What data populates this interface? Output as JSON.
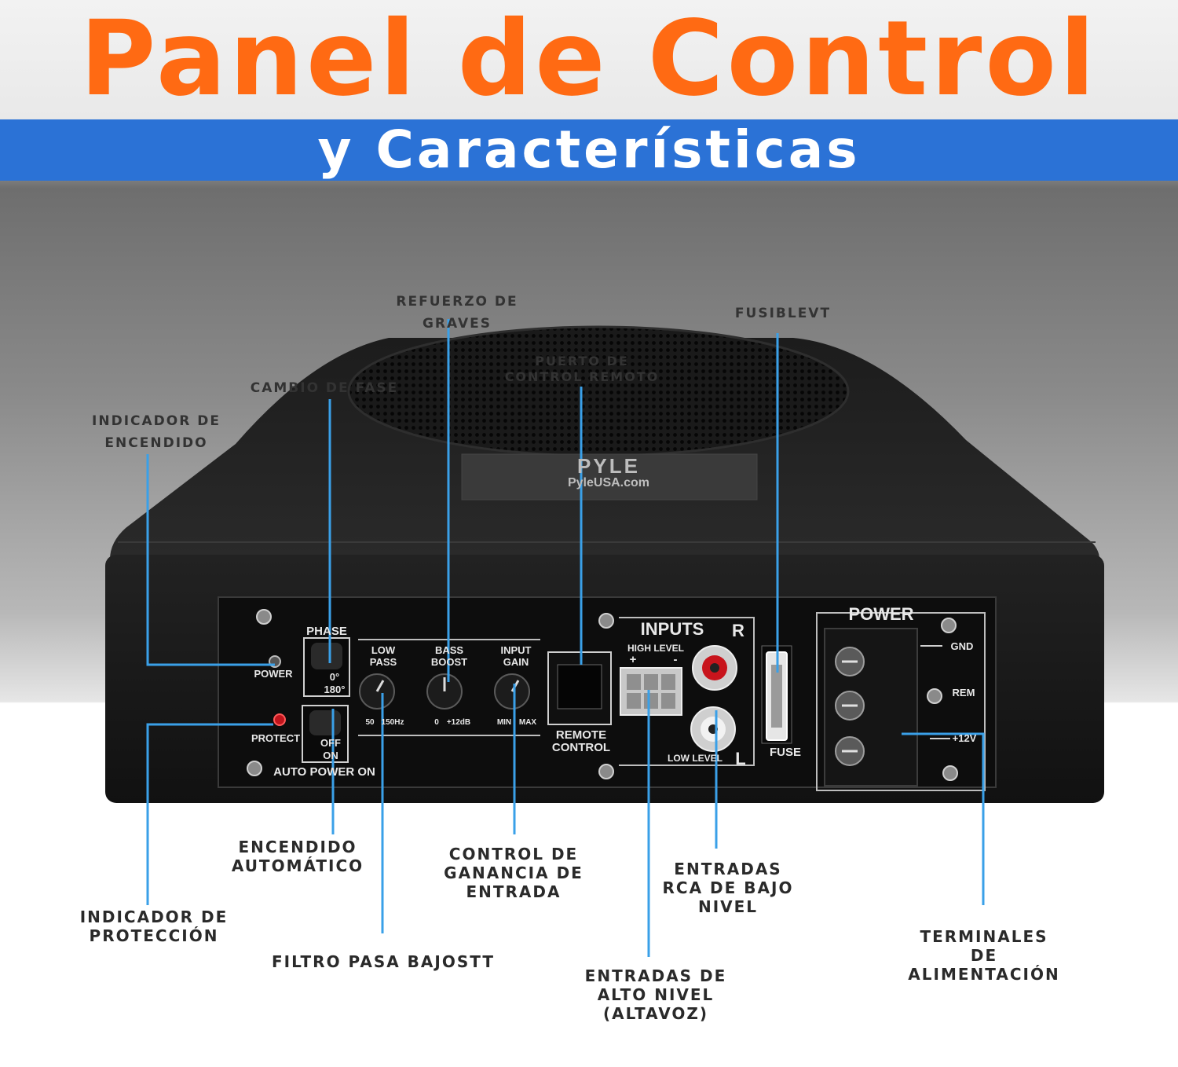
{
  "header": {
    "title": "Panel de Control",
    "subtitle": "y Características"
  },
  "product": {
    "brand": "PYLE",
    "website": "PyleUSA.com"
  },
  "callouts": {
    "power_indicator": "INDICADOR DE ENCENDIDO",
    "phase_change": "CAMBIO DE FASE",
    "bass_boost": "REFUERZO DE GRAVES",
    "remote_port": "PUERTO DE CONTROL REMOTO",
    "fuse": "FUSIBLEVT",
    "auto_power": "ENCENDIDO AUTOMÁTICO",
    "input_gain": "CONTROL DE GANANCIA DE ENTRADA",
    "rca_inputs": "ENTRADAS RCA DE BAJO NIVEL",
    "protect_indicator": "INDICADOR DE PROTECCIÓN",
    "low_pass": "FILTRO PASA BAJOSTT",
    "high_level_inputs": "ENTRADAS DE ALTO NIVEL (ALTAVOZ)",
    "power_terminals": "TERMINALES DE ALIMENTACIÓN"
  },
  "panel": {
    "power": "POWER",
    "protect": "PROTECT",
    "phase": "PHASE",
    "phase_0": "0°",
    "phase_180": "180°",
    "off": "OFF",
    "on": "ON",
    "auto_power_on": "AUTO POWER ON",
    "low_pass_1": "LOW",
    "low_pass_2": "PASS",
    "low_pass_min": "50",
    "low_pass_max": "150Hz",
    "bass_boost_1": "BASS",
    "bass_boost_2": "BOOST",
    "bass_min": "0",
    "bass_max": "+12dB",
    "input_gain_1": "INPUT",
    "input_gain_2": "GAIN",
    "gain_min": "MIN",
    "gain_max": "MAX",
    "remote_1": "REMOTE",
    "remote_2": "CONTROL",
    "inputs": "INPUTS",
    "right": "R",
    "left": "L",
    "high_level": "HIGH LEVEL",
    "plus": "+",
    "minus": "-",
    "low_level": "LOW LEVEL",
    "fuse": "FUSE",
    "power_block": "POWER",
    "gnd": "GND",
    "rem": "REM",
    "v12": "+12V"
  },
  "colors": {
    "accent_orange": "#ff6a13",
    "band_blue": "#2b72d6",
    "leader_blue": "#3aa0e8"
  }
}
